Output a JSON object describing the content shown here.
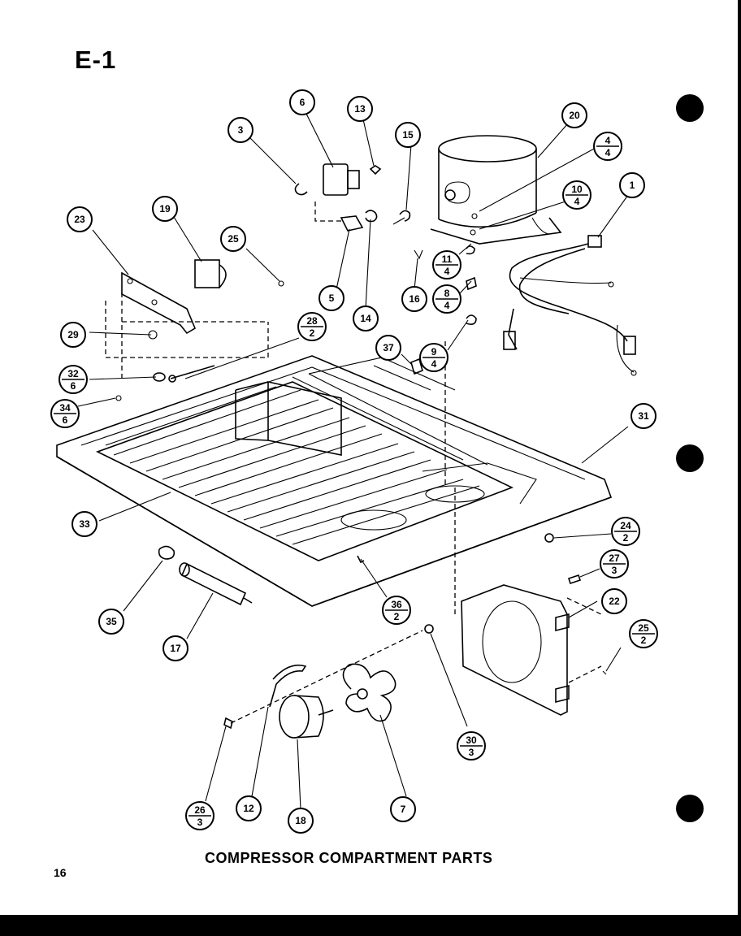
{
  "page_tag": "E-1",
  "caption": "COMPRESSOR COMPARTMENT PARTS",
  "page_number": "16",
  "callouts": [
    {
      "id": "c6",
      "top": "6",
      "bottom": ""
    },
    {
      "id": "c13",
      "top": "13",
      "bottom": ""
    },
    {
      "id": "c3",
      "top": "3",
      "bottom": ""
    },
    {
      "id": "c15",
      "top": "15",
      "bottom": ""
    },
    {
      "id": "c20",
      "top": "20",
      "bottom": ""
    },
    {
      "id": "c4",
      "top": "4",
      "bottom": "4"
    },
    {
      "id": "c10",
      "top": "10",
      "bottom": "4"
    },
    {
      "id": "c1",
      "top": "1",
      "bottom": ""
    },
    {
      "id": "c23",
      "top": "23",
      "bottom": ""
    },
    {
      "id": "c19",
      "top": "19",
      "bottom": ""
    },
    {
      "id": "c25a",
      "top": "25",
      "bottom": ""
    },
    {
      "id": "c11",
      "top": "11",
      "bottom": "4"
    },
    {
      "id": "c5",
      "top": "5",
      "bottom": ""
    },
    {
      "id": "c14",
      "top": "14",
      "bottom": ""
    },
    {
      "id": "c16",
      "top": "16",
      "bottom": ""
    },
    {
      "id": "c8",
      "top": "8",
      "bottom": "4"
    },
    {
      "id": "c29",
      "top": "29",
      "bottom": ""
    },
    {
      "id": "c28",
      "top": "28",
      "bottom": "2"
    },
    {
      "id": "c37",
      "top": "37",
      "bottom": ""
    },
    {
      "id": "c9",
      "top": "9",
      "bottom": "4"
    },
    {
      "id": "c32",
      "top": "32",
      "bottom": "6"
    },
    {
      "id": "c34",
      "top": "34",
      "bottom": "6"
    },
    {
      "id": "c31",
      "top": "31",
      "bottom": ""
    },
    {
      "id": "c33",
      "top": "33",
      "bottom": ""
    },
    {
      "id": "c24",
      "top": "24",
      "bottom": "2"
    },
    {
      "id": "c27",
      "top": "27",
      "bottom": "3"
    },
    {
      "id": "c22",
      "top": "22",
      "bottom": ""
    },
    {
      "id": "c36",
      "top": "36",
      "bottom": "2"
    },
    {
      "id": "c35",
      "top": "35",
      "bottom": ""
    },
    {
      "id": "c17",
      "top": "17",
      "bottom": ""
    },
    {
      "id": "c25b",
      "top": "25",
      "bottom": "2"
    },
    {
      "id": "c30",
      "top": "30",
      "bottom": "3"
    },
    {
      "id": "c26",
      "top": "26",
      "bottom": "3"
    },
    {
      "id": "c12",
      "top": "12",
      "bottom": ""
    },
    {
      "id": "c18",
      "top": "18",
      "bottom": ""
    },
    {
      "id": "c7",
      "top": "7",
      "bottom": ""
    }
  ]
}
